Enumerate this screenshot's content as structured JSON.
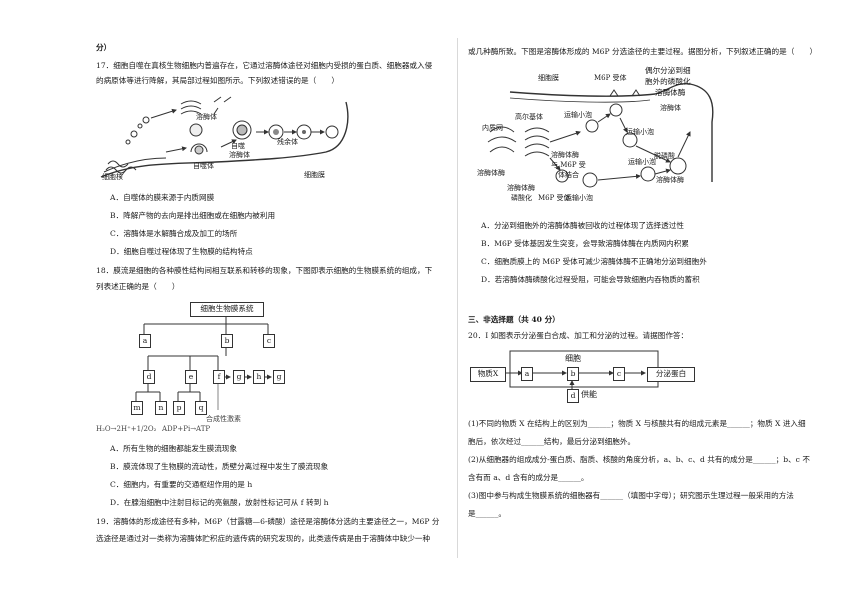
{
  "left": {
    "frag": "分）",
    "q17": {
      "stem1": "17．细胞自噬在真核生物细胞内普遍存在，它通过溶酶体途径对细胞内受损的蛋白质、细胞器或入侵",
      "stem2": "的病原体等进行降解，其局部过程如图所示。下列叙述错误的是（　　）",
      "labels": {
        "lysosome": "溶酶体",
        "autolysosome": "自噬溶酶体",
        "autophagosome": "自噬体",
        "residual": "残余体",
        "membrane": "细胞膜"
      },
      "options": [
        "A．自噬体的膜来源于内质网膜",
        "B．降解产物的去向是排出细胞或在细胞内被利用",
        "C．溶酶体是水解酶合成及加工的场所",
        "D．细胞自噬过程体现了生物膜的结构特点"
      ]
    },
    "q18": {
      "stem1": "18．膜流是细胞的各种膜性结构间相互联系和转移的现象，下图即表示细胞的生物膜系统的组成，下",
      "stem2": "列表述正确的是（　　）",
      "diagram": {
        "root": "细胞生物膜系统",
        "a": "a",
        "b": "b",
        "c": "c",
        "d": "d",
        "e": "e",
        "f": "f",
        "g1": "g",
        "h": "h",
        "g2": "g",
        "m": "m",
        "n": "n",
        "p": "p",
        "q": "q",
        "note1": "H₂O→2H⁺+1/2O₂",
        "note2": "ADP+Pi→ATP",
        "note3": "合成性激素"
      },
      "options": [
        "A．所有生物的细胞都能发生膜流现象",
        "B．膜流体现了生物膜的流动性，质壁分离过程中发生了膜流现象",
        "C．细胞内，有重要的交通枢纽作用的是 h",
        "D．在腺泡细胞中注射目标记的亮氨酸，放射性标记可从 f 转到 h"
      ]
    },
    "q19": {
      "stem1": "19．溶酶体的形成途径有多种，M6P（甘露糖—6-磷酸）途径是溶酶体分选的主要途径之一，M6P 分",
      "stem2": "选途径是通过对一类称为溶酶体贮积症的遗传病的研究发现的，此类遗传病是由于溶酶体中缺少一种"
    }
  },
  "right": {
    "q19cont": {
      "line1": "或几种酶所致。下图是溶酶体形成的 M6P 分选途径的主要过程。据图分析，下列叙述正确的是（　　）",
      "labels": {
        "membrane": "细胞膜",
        "receptor_top": "M6P 受体",
        "occasional1": "偶尔分泌到细",
        "occasional2": "胞外的磷酸化",
        "occasional3": "溶酶体酶",
        "er": "内质网",
        "golgi": "高尔基体",
        "vesicle1": "运输小泡",
        "vesicle2": "运输小泡",
        "vesicle3": "运输小泡",
        "vesicle4": "运输小泡",
        "enzyme": "溶酶体酶",
        "combine1": "溶酶体酶",
        "combine2": "与 M6P 受",
        "combine3": "体结合",
        "lysosome_enzyme": "溶酶体酶",
        "phos1": "溶酶体酶",
        "phos2": "磷酸化",
        "receptor_bottom": "M6P 受体",
        "dephos": "脱磷酸",
        "lysosome": "溶酶体"
      },
      "options": [
        "A．分泌到细胞外的溶酶体酶被回收的过程体现了选择透过性",
        "B．M6P 受体基因发生突变，会导致溶酶体酶在内质网内积累",
        "C．细胞质膜上的 M6P 受体可减少溶酶体酶不正确地分泌到细胞外",
        "D．若溶酶体酶磷酸化过程受阻，可能会导致细胞内吞物质的蓄积"
      ]
    },
    "section3": "三、非选择题（共 40 分）",
    "q20": {
      "stem": "20．I 如图表示分泌蛋白合成、加工和分泌的过程。请据图作答：",
      "diagram": {
        "x": "物质X",
        "cell": "细胞",
        "a": "a",
        "b": "b",
        "c": "c",
        "d": "d",
        "supply": "供能",
        "out": "分泌蛋白"
      },
      "q1a": "(1)不同的物质 X 在结构上的区别为______；物质 X 与核酸共有的组成元素是______；物质 X 进入细",
      "q1b": "胞后，依次经过______结构，最后分泌到细胞外。",
      "q2a": "(2)从细胞器的组成成分-蛋白质、脂质、核酸的角度分析，a、b、c、d 共有的成分是______；b、c 不",
      "q2b": "含有而 a、d 含有的成分是______。",
      "q3a": "(3)图中参与构成生物膜系统的细胞器有______（填图中字母）；研究图示生理过程一般采用的方法",
      "q3b": "是______。"
    }
  }
}
